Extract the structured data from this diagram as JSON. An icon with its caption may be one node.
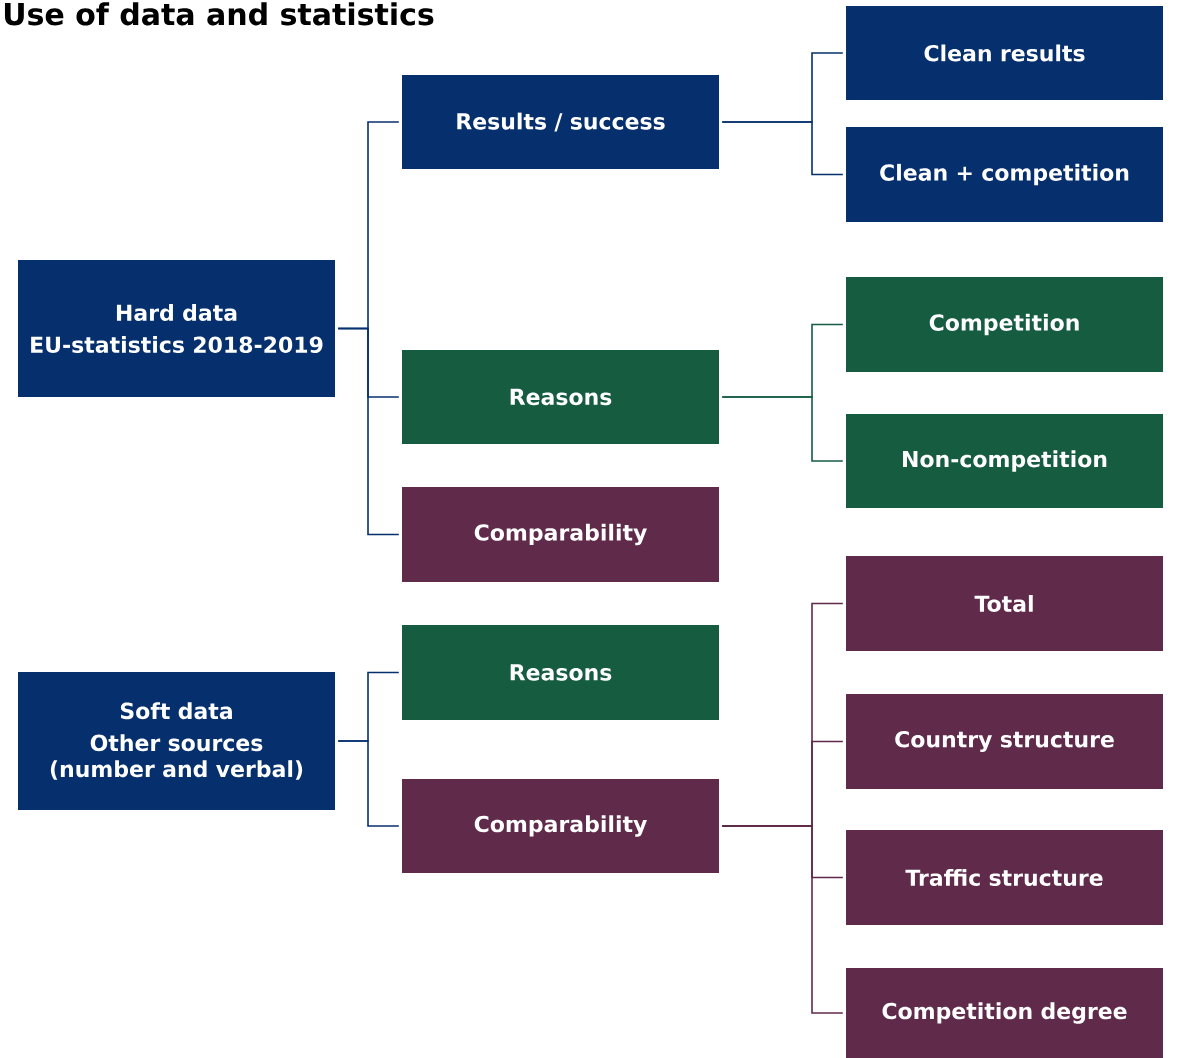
{
  "diagram": {
    "title": "Use of data and statistics",
    "nodes": [
      {
        "text": [
          "Hard data",
          "EU-statistics 2018-2019"
        ]
      },
      {
        "text": [
          "Results / success"
        ]
      },
      {
        "text": [
          "Reasons"
        ]
      },
      {
        "text": [
          "Comparability"
        ]
      },
      {
        "text": [
          "Clean results"
        ]
      },
      {
        "text": [
          "Clean + competition"
        ]
      },
      {
        "text": [
          "Competition"
        ]
      },
      {
        "text": [
          "Non-competition"
        ]
      },
      {
        "text": [
          "Soft data",
          "Other sources (number and verbal)"
        ]
      },
      {
        "text": [
          "Reasons"
        ]
      },
      {
        "text": [
          "Comparability"
        ]
      },
      {
        "text": [
          "Total"
        ]
      },
      {
        "text": [
          "Country structure"
        ]
      },
      {
        "text": [
          "Traffic structure"
        ]
      },
      {
        "text": [
          "Competition degree"
        ]
      }
    ],
    "edges": [
      {
        "from": 0,
        "to": 1,
        "arrow": "none"
      },
      {
        "from": 0,
        "to": 2,
        "arrow": "none"
      },
      {
        "from": 0,
        "to": 3,
        "arrow": "none"
      },
      {
        "from": 1,
        "to": 4,
        "arrow": "none"
      },
      {
        "from": 1,
        "to": 5,
        "arrow": "none"
      },
      {
        "from": 2,
        "to": 6,
        "arrow": "none",
        "color": "#155c41"
      },
      {
        "from": 2,
        "to": 7,
        "arrow": "none",
        "color": "#155c41"
      },
      {
        "from": 8,
        "to": 9,
        "arrow": "none"
      },
      {
        "from": 8,
        "to": 10,
        "arrow": "none"
      },
      {
        "from": 10,
        "to": 11,
        "arrow": "none",
        "color": "#602a4b"
      },
      {
        "from": 10,
        "to": 12,
        "arrow": "none",
        "color": "#602a4b"
      },
      {
        "from": 10,
        "to": 13,
        "arrow": "none",
        "color": "#602a4b"
      },
      {
        "from": 10,
        "to": 14,
        "arrow": "none",
        "color": "#602a4b"
      }
    ]
  }
}
